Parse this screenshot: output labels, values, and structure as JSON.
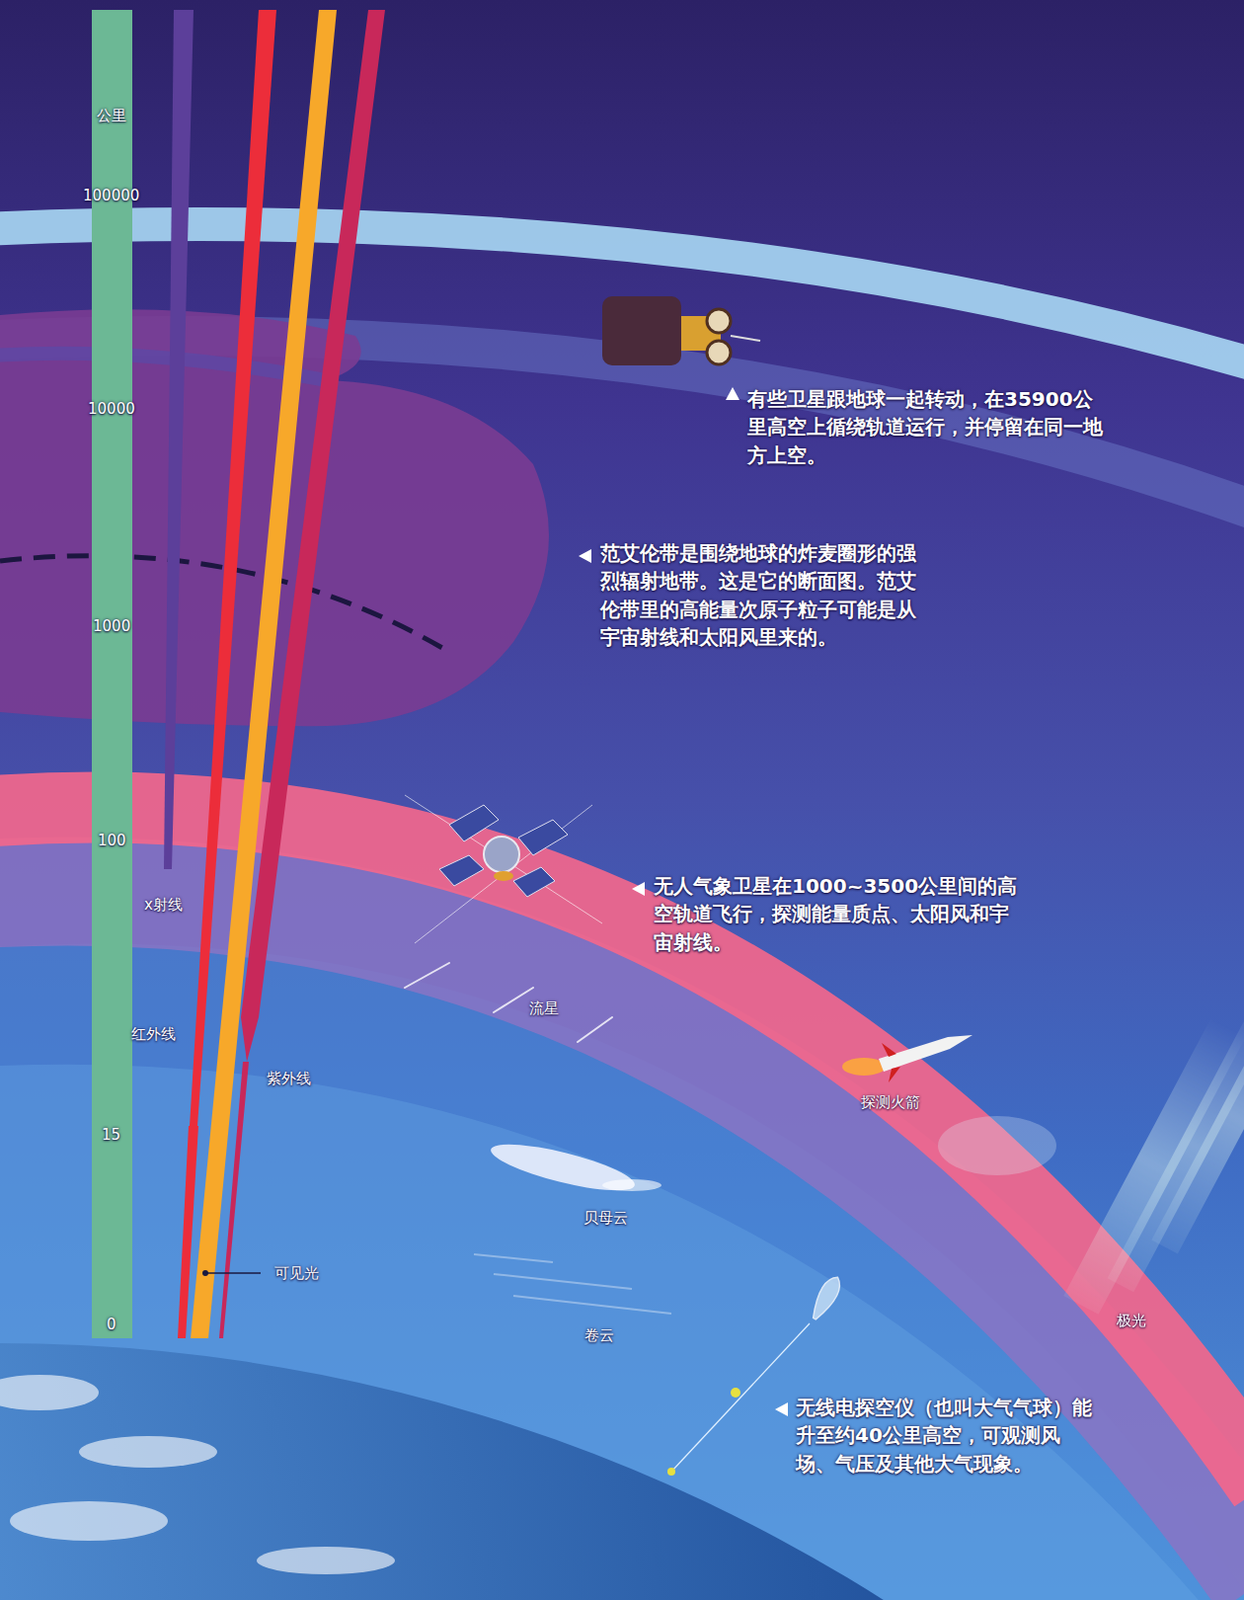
{
  "diagram": {
    "labels": [
      "公里",
      "100000",
      "10000",
      "1000",
      "100",
      "15",
      "0",
      "x射线",
      "红外线",
      "紫外线",
      "可见光",
      "有些卫星跟地球一起转动，在35900公里高空上循绕轨道运行，并停留在同一地方上空。",
      "范艾伦带是围绕地球的炸麦圈形的强烈辐射地带。这是它的断面图。范艾伦带里的高能量次原子粒子可能是从宇宙射线和太阳风里来的。",
      "流星",
      "无人气象卫星在1000~3500公里间的高空轨道飞行，探测能量质点、太阳风和宇宙射线。",
      "探测火箭",
      "贝母云",
      "卷云",
      "极光",
      "无线电探空仪（也叫大气气球）能升至约40公里高空，可观测风场、气压及其他大气现象。"
    ]
  }
}
